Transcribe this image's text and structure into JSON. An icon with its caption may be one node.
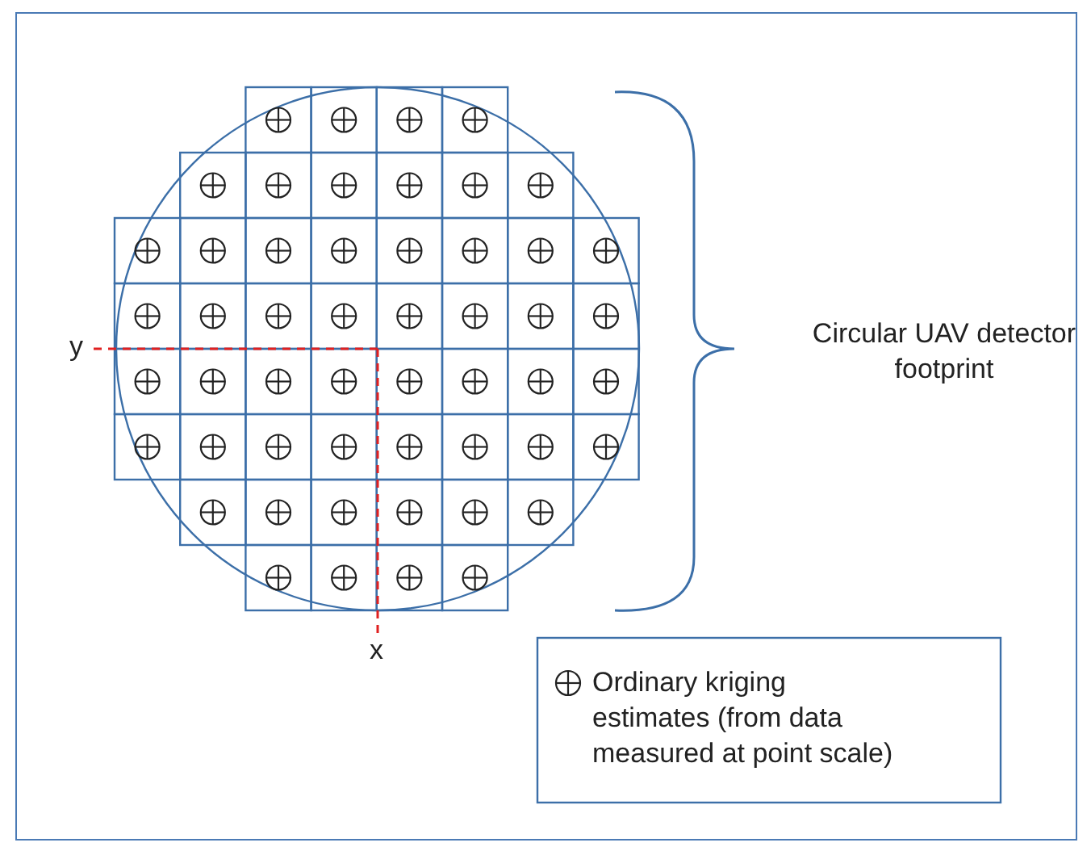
{
  "diagram": {
    "labels": [
      "Circular UAV detector footprint",
      "y",
      "x"
    ],
    "legend": [
      {
        "text": "Ordinary kriging estimates (from data measured at point scale)"
      }
    ]
  }
}
